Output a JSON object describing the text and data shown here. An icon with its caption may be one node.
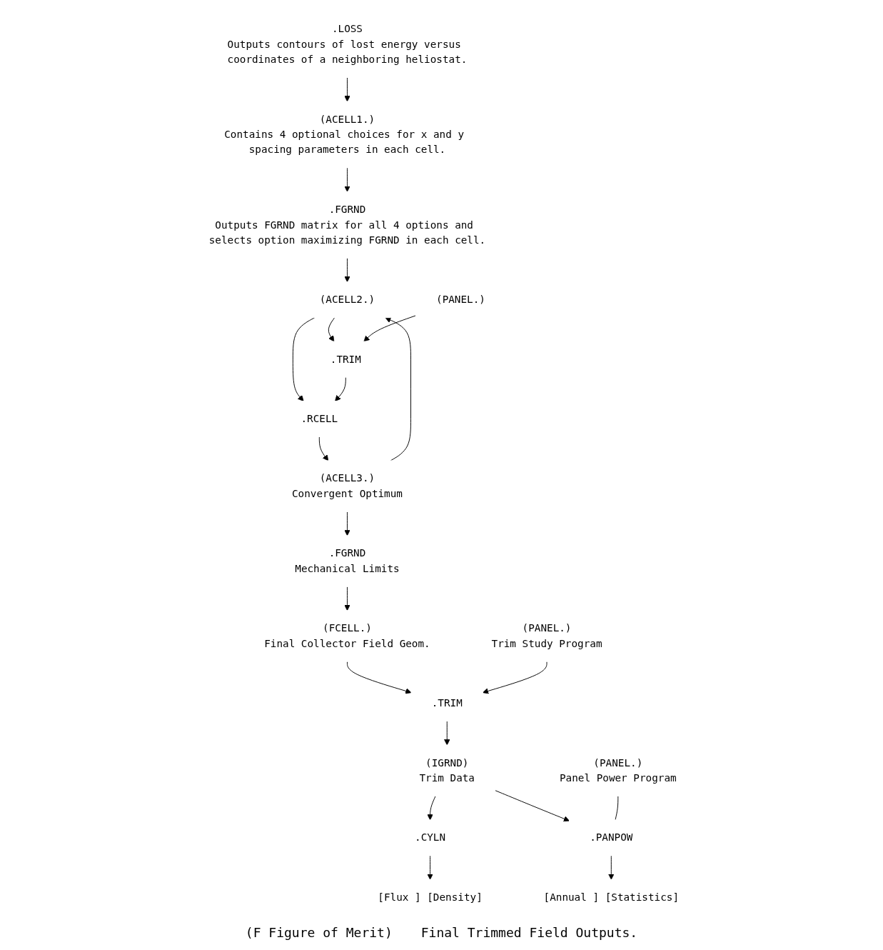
{
  "diagram": {
    "nodes": [
      {
        "text": [
          ".LOSS",
          "Outputs contours of lost energy versus coordinates of a neighboring heliostat."
        ]
      },
      {
        "text": [
          "(ACELL1.)",
          "Contains 4 optional choices for x and y spacing parameters in each cell."
        ]
      },
      {
        "text": [
          ".FGRND",
          "Outputs FGRND matrix for all 4 options and selects option maximizing FGRND in each cell."
        ]
      },
      {
        "text": [
          "(ACELL2.)"
        ]
      },
      {
        "text": [
          ".TRIM"
        ]
      },
      {
        "text": [
          "(PANEL.)"
        ]
      },
      {
        "text": [
          ".RCELL"
        ]
      },
      {
        "text": [
          "(ACELL3.)",
          "Convergent Optimum"
        ]
      },
      {
        "text": [
          ".FGRND",
          "Mechanical Limits"
        ]
      },
      {
        "text": [
          "(FCELL.)",
          "Final Collector Field Geom."
        ]
      },
      {
        "text": [
          ".TRIM"
        ]
      },
      {
        "text": [
          "(PANEL.)",
          "Trim Study Program"
        ]
      },
      {
        "text": [
          "(IGRND)",
          "Trim Data"
        ]
      },
      {
        "text": [
          ".CYLN"
        ]
      },
      {
        "text": [
          ".PANPOW"
        ]
      },
      {
        "text": [
          "(PANEL.)",
          "Panel Power Program"
        ]
      },
      {
        "text": [
          "[Flux ] [Density]"
        ]
      },
      {
        "text": [
          "[Annual ] [Statistics]"
        ]
      }
    ],
    "edges": [
      {
        "from": 0,
        "to": 1,
        "arrow": "to"
      },
      {
        "from": 1,
        "to": 2,
        "arrow": "to"
      },
      {
        "from": 2,
        "to": 3,
        "arrow": "to"
      },
      {
        "from": 3,
        "to": 4,
        "arrow": "to"
      },
      {
        "from": 5,
        "to": 4,
        "arrow": "to"
      },
      {
        "from": 3,
        "to": 6,
        "arrow": "to"
      },
      {
        "from": 4,
        "to": 6,
        "arrow": "to"
      },
      {
        "from": 6,
        "to": 7,
        "arrow": "to"
      },
      {
        "from": 7,
        "to": 3,
        "arrow": "to"
      },
      {
        "from": 7,
        "to": 8,
        "arrow": "to"
      },
      {
        "from": 8,
        "to": 9,
        "arrow": "to"
      },
      {
        "from": 9,
        "to": 10,
        "arrow": "to"
      },
      {
        "from": 11,
        "to": 10,
        "arrow": "to"
      },
      {
        "from": 10,
        "to": 12,
        "arrow": "to"
      },
      {
        "from": 12,
        "to": 13,
        "arrow": "to"
      },
      {
        "from": 12,
        "to": 14,
        "arrow": "to"
      },
      {
        "from": 15,
        "to": 14,
        "arrow": "none"
      },
      {
        "from": 13,
        "to": 16,
        "arrow": "to"
      },
      {
        "from": 14,
        "to": 17,
        "arrow": "to"
      }
    ],
    "labels": [
      "(F Figure of Merit)",
      "Final Trimmed Field Outputs."
    ]
  }
}
